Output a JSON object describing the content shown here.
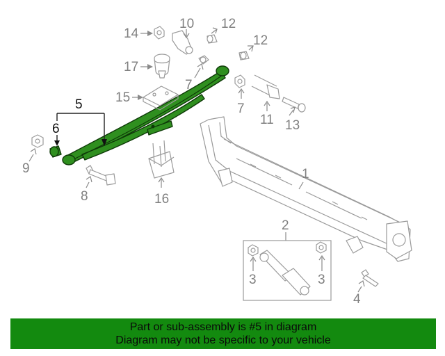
{
  "callouts": {
    "c1": "1",
    "c2": "2",
    "c3a": "3",
    "c3b": "3",
    "c4": "4",
    "c5": "5",
    "c6": "6",
    "c7a": "7",
    "c7b": "7",
    "c8": "8",
    "c9": "9",
    "c10": "10",
    "c11": "11",
    "c12a": "12",
    "c12b": "12",
    "c13": "13",
    "c14": "14",
    "c15": "15",
    "c16": "16",
    "c17": "17"
  },
  "highlighted_part": "5",
  "colors": {
    "highlight": "#2f8f1f",
    "banner": "#138a0f",
    "line": "#9a9a9a"
  },
  "banner": {
    "line1": "Part or sub-assembly is #5 in diagram",
    "line2": "Diagram may not be specific to your vehicle"
  }
}
